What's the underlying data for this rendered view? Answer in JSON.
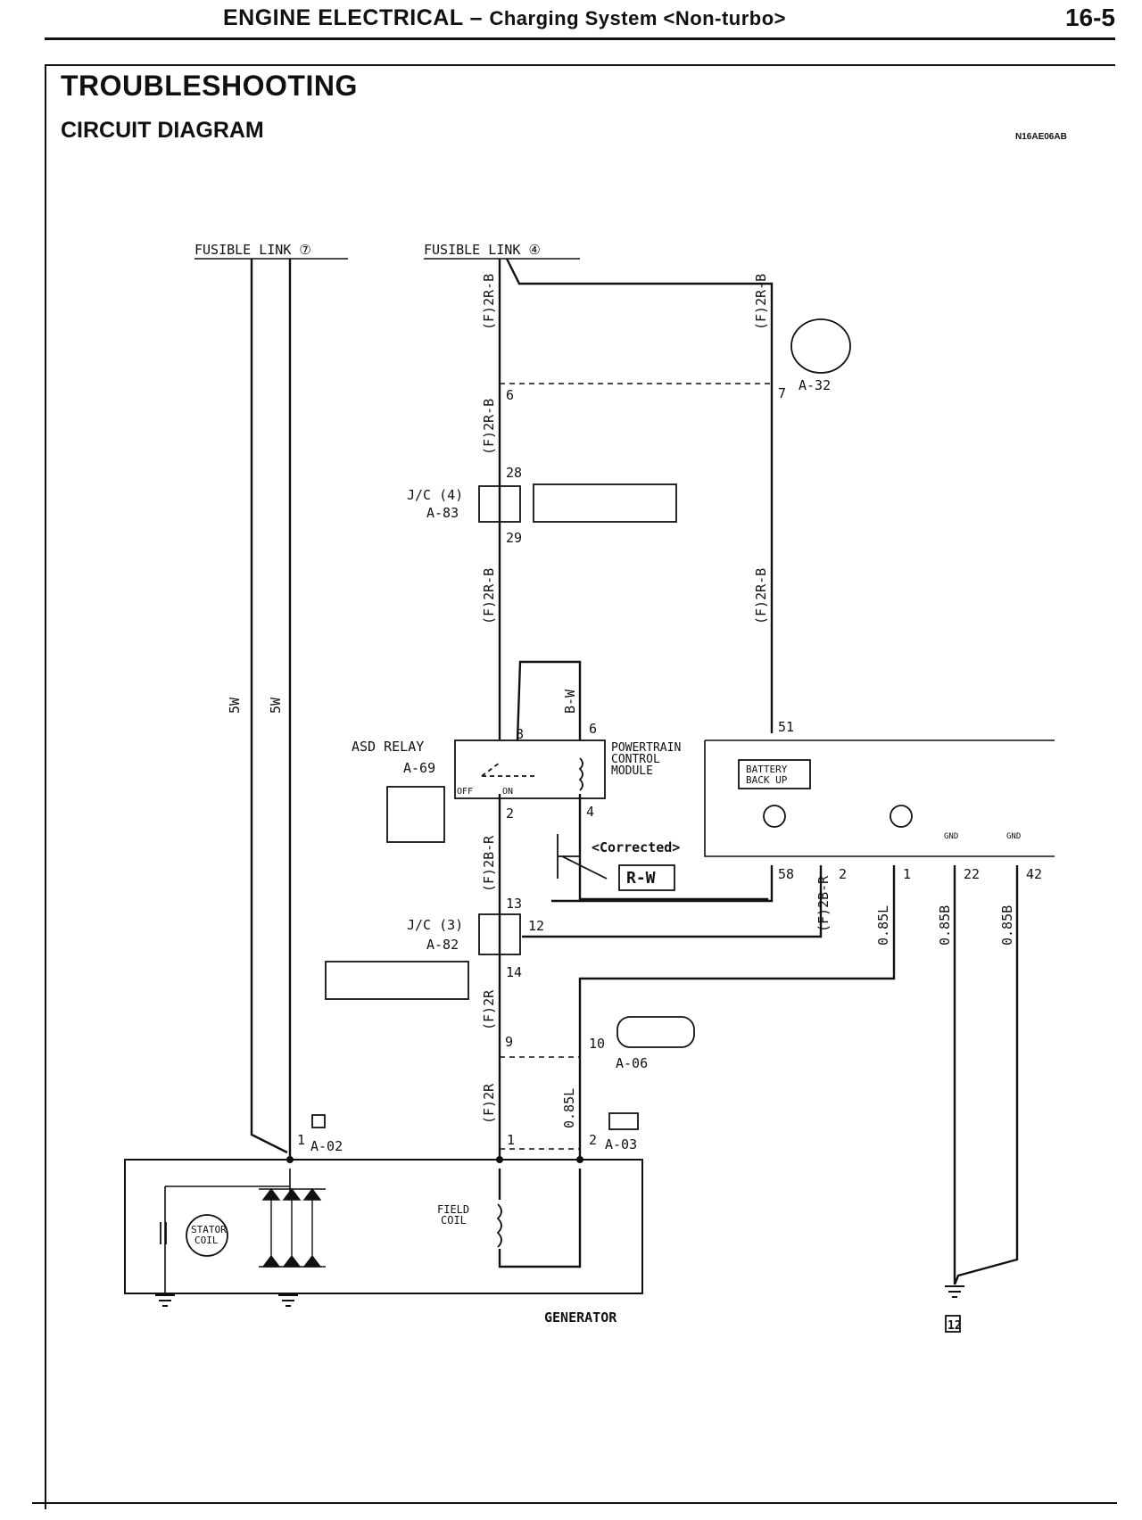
{
  "header": {
    "title": "ENGINE ELECTRICAL",
    "dash": " – ",
    "subtitle": "Charging System <Non-turbo>",
    "page_number": "16-5"
  },
  "section": {
    "title": "TROUBLESHOOTING",
    "subtitle": "CIRCUIT DIAGRAM",
    "code": "N16AE06AB"
  },
  "diagram": {
    "fusible_link_1": "FUSIBLE LINK ⑦",
    "fusible_link_2": "FUSIBLE LINK ④",
    "wire_2rb": "(F)2R-B",
    "wire_2br": "(F)2B-R",
    "wire_2r": "(F)2R",
    "wire_5w": "5W",
    "wire_bw": "B-W",
    "wire_085l": "0.85L",
    "wire_085b": "0.85B",
    "wire_rw": "R-W",
    "corrected": "<Corrected>",
    "jc4_label": "J/C (4)",
    "jc4_conn": "A-83",
    "jc3_label": "J/C (3)",
    "jc3_conn": "A-82",
    "asd_relay": "ASD RELAY",
    "asd_conn": "A-69",
    "asd_off": "OFF",
    "asd_on": "ON",
    "pcm_line1": "POWERTRAIN",
    "pcm_line2": "CONTROL",
    "pcm_line3": "MODULE",
    "battery_line1": "BATTERY",
    "battery_line2": "BACK UP",
    "gnd": "GND",
    "conn_a32": "A-32",
    "conn_a06": "A-06",
    "conn_a02": "A-02",
    "conn_a03": "A-03",
    "stator_line1": "STATOR",
    "stator_line2": "COIL",
    "field_line1": "FIELD",
    "field_line2": "COIL",
    "generator": "GENERATOR",
    "ground_tag": "12",
    "pins": {
      "p6": "6",
      "p7": "7",
      "p28": "28",
      "p29": "29",
      "p8": "8",
      "p6b": "6",
      "p2": "2",
      "p4": "4",
      "p13": "13",
      "p12": "12",
      "p14": "14",
      "p9": "9",
      "p10": "10",
      "p1": "1",
      "p2b": "2",
      "p1b": "1",
      "p51": "51",
      "p58": "58",
      "p2c": "2",
      "p1c": "1",
      "p22": "22",
      "p42": "42"
    }
  }
}
